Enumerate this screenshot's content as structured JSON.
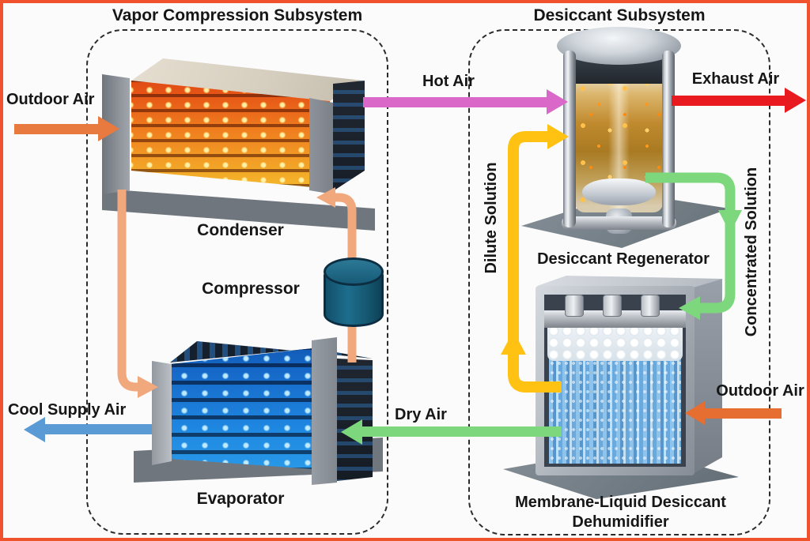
{
  "subsystems": {
    "vapor": {
      "title": "Vapor Compression Subsystem"
    },
    "desiccant": {
      "title": "Desiccant Subsystem"
    }
  },
  "components": {
    "condenser": {
      "label": "Condenser"
    },
    "compressor": {
      "label": "Compressor"
    },
    "evaporator": {
      "label": "Evaporator"
    },
    "regenerator": {
      "label": "Desiccant Regenerator"
    },
    "dehumidifier": {
      "label_line1": "Membrane-Liquid Desiccant",
      "label_line2": "Dehumidifier"
    }
  },
  "flows": {
    "outdoor_air_left": {
      "label": "Outdoor Air",
      "color": "#E87A40",
      "direction": "right"
    },
    "hot_air": {
      "label": "Hot Air",
      "color": "#D968C8",
      "direction": "right"
    },
    "exhaust_air": {
      "label": "Exhaust Air",
      "color": "#E8191F",
      "direction": "right"
    },
    "cool_supply_air": {
      "label": "Cool Supply Air",
      "color": "#5B9BD5",
      "direction": "left"
    },
    "dry_air": {
      "label": "Dry Air",
      "color": "#7DD87D",
      "direction": "left"
    },
    "outdoor_air_right": {
      "label": "Outdoor Air",
      "color": "#E66E31",
      "direction": "left"
    },
    "dilute_solution": {
      "label": "Dilute Solution",
      "color": "#FFC112",
      "direction": "up-then-right"
    },
    "concentrated_solution": {
      "label": "Concentrated Solution",
      "color": "#7DD87D",
      "direction": "down-then-left"
    },
    "refrigerant_loop": {
      "color": "#F1A87D"
    }
  },
  "style": {
    "frame_border_color": "#F1522E",
    "background": "#FBFBFB",
    "dashed_box_color": "#2B2B2B",
    "compressor_color": "#1D617F"
  }
}
